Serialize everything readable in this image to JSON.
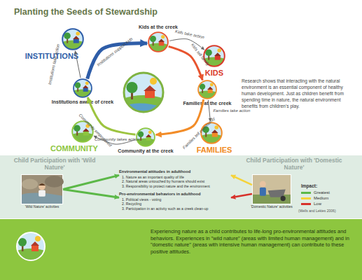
{
  "diagram": {
    "title": "Planting the Seeds of Stewardship",
    "nodes": [
      {
        "text": [
          "Kids at the creek"
        ]
      },
      {
        "text": [
          "KIDS"
        ]
      },
      {
        "text": [
          "Families at the creek"
        ]
      },
      {
        "text": [
          "FAMILIES"
        ]
      },
      {
        "text": [
          "Community at the creek"
        ]
      },
      {
        "text": [
          "COMMUNITY"
        ]
      },
      {
        "text": [
          "Institutions aware of creek"
        ]
      },
      {
        "text": [
          "INSTITUTIONS"
        ]
      },
      {
        "text": [
          "'Wild Nature' activities"
        ]
      },
      {
        "text": [
          "Environmental attitudes in adulthood",
          "1. Nature as an important quality of life",
          "2. Natural areas untouched by humans should exist",
          "3. Responsibility to protect nature and the environment"
        ]
      },
      {
        "text": [
          "Pro-environmental behaviors in adulthood",
          "1. Political views - voting",
          "2. Recycling",
          "3. Participation in an activity such as a creek clean-up"
        ]
      },
      {
        "text": [
          "'Domestic Nature' activities"
        ]
      }
    ],
    "edges": [
      {
        "from": 0,
        "to": 2,
        "label": "Kids tell family",
        "arrow": "to"
      },
      {
        "from": 2,
        "to": 4,
        "label": "Families tell community",
        "arrow": "to"
      },
      {
        "from": 4,
        "to": 6,
        "label": "Community empowered",
        "arrow": "to"
      },
      {
        "from": 6,
        "to": 0,
        "label": "Institutions support kids",
        "arrow": "to"
      },
      {
        "from": 0,
        "to": 1,
        "label": "Kids take action",
        "arrow": "to"
      },
      {
        "from": 2,
        "to": 3,
        "label": "Families take action",
        "arrow": "to"
      },
      {
        "from": 4,
        "to": 5,
        "label": "Community takes action",
        "arrow": "to"
      },
      {
        "from": 6,
        "to": 7,
        "label": "Institutions take action",
        "arrow": "to"
      },
      {
        "from": 8,
        "to": 9,
        "arrow": "to"
      },
      {
        "from": 8,
        "to": 10,
        "arrow": "to"
      },
      {
        "from": 11,
        "to": 9,
        "arrow": "to"
      },
      {
        "from": 11,
        "to": 10,
        "arrow": "to"
      }
    ],
    "labels": [
      "Research shows that interacting with the natural environment is an essential component of healthy human development. Just as children benefit from spending time in nature, the natural environment benefits from children's play.",
      "Child Participation with 'Wild Nature'",
      "Child Participation with 'Domestic Nature'",
      "Impact:",
      "(Wells and Lekies 2006)",
      "Experiencing nature as a child contributes to life-long pro-environmental attitudes and behaviors. Experiences in \"wild nature\" (areas with limited human management) and in \"domestic nature\" (areas with intensive human management) can contribute to these positive attitudes."
    ],
    "legend": [
      {
        "text": "Greatest",
        "color": "#5cb848"
      },
      {
        "text": "Medium",
        "color": "#f5d33b"
      },
      {
        "text": "Low",
        "color": "#d7322b"
      }
    ]
  }
}
